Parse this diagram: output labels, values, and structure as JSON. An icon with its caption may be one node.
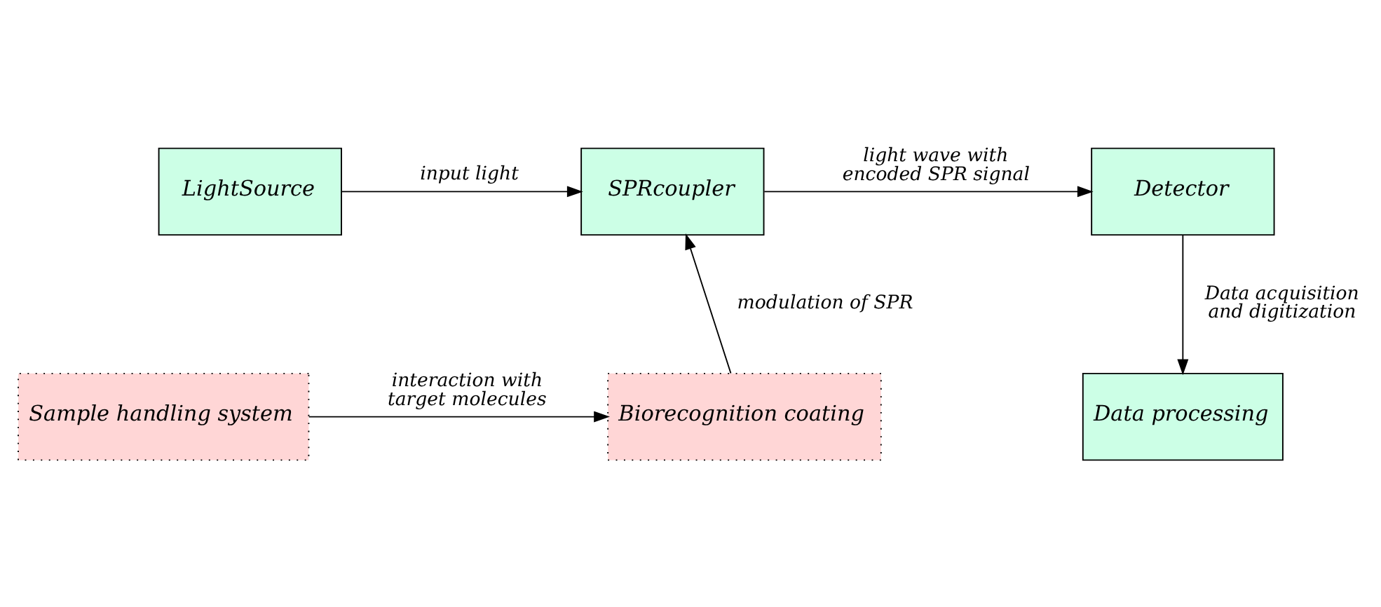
{
  "diagram": {
    "nodes": [
      {
        "text": [
          "LightSource"
        ]
      },
      {
        "text": [
          "SPRcoupler"
        ]
      },
      {
        "text": [
          "Detector"
        ]
      },
      {
        "text": [
          "Sample handling system"
        ]
      },
      {
        "text": [
          "Biorecognition coating"
        ]
      },
      {
        "text": [
          "Data processing"
        ]
      }
    ],
    "edges": [
      {
        "from": 0,
        "to": 1,
        "arrow": "to",
        "label": "input light"
      },
      {
        "from": 1,
        "to": 2,
        "arrow": "to",
        "label": "light wave with encoded SPR signal"
      },
      {
        "from": 4,
        "to": 1,
        "arrow": "to",
        "label": "modulation of SPR"
      },
      {
        "from": 3,
        "to": 4,
        "arrow": "to",
        "label": "interaction with target molecules"
      },
      {
        "from": 2,
        "to": 5,
        "arrow": "to",
        "label": "Data acquisition and digitization"
      }
    ]
  }
}
